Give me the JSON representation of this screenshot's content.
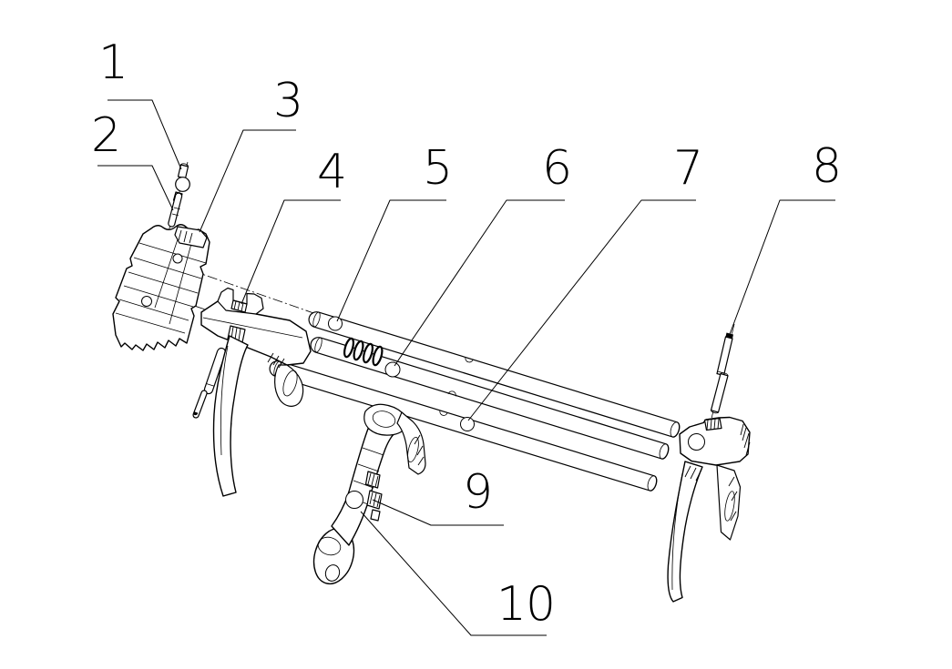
{
  "diagram": {
    "type": "exploded-assembly-line-drawing",
    "background_color": "#ffffff",
    "line_color": "#000000",
    "callouts": [
      {
        "label": "1"
      },
      {
        "label": "2"
      },
      {
        "label": "3"
      },
      {
        "label": "4"
      },
      {
        "label": "5"
      },
      {
        "label": "6"
      },
      {
        "label": "7"
      },
      {
        "label": "8"
      },
      {
        "label": "9"
      },
      {
        "label": "10"
      }
    ]
  }
}
